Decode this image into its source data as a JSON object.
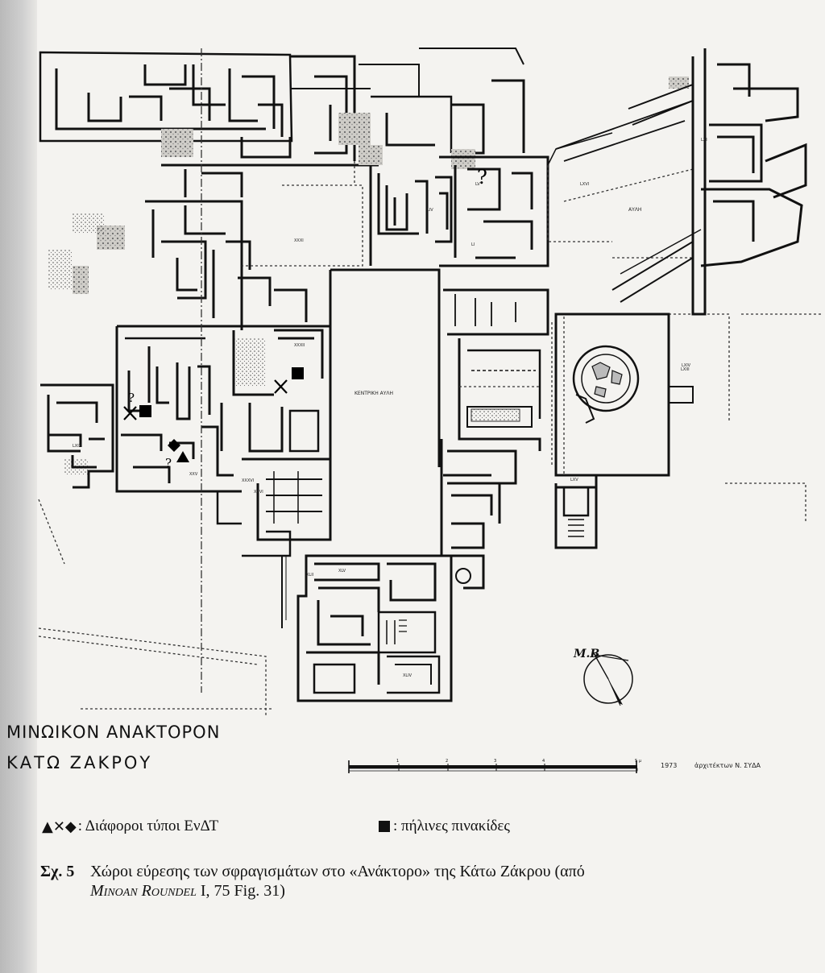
{
  "plan": {
    "title_line1": "ΜΙΝΩΙΚΟΝ ΑΝΑΚΤΟΡΟΝ",
    "title_line2": "ΚΑΤΩ ΖΑΚΡΟΥ",
    "central_court_label": "ΚΕΝΤΡΙΚΗ ΑΥΛΗ",
    "east_court_label": "ΑΥΛΗ",
    "north_arrow_label": "M.B",
    "scale_year": "1973",
    "scale_credit": "ἀρχιτέκτων Ν. ΣΥΔΑ",
    "scale_ticks": [
      "1",
      "2",
      "3",
      "4",
      "5 μ"
    ],
    "find_markers": [
      {
        "type": "square",
        "note": ""
      },
      {
        "type": "square",
        "note": ""
      },
      {
        "type": "cross",
        "note": ""
      },
      {
        "type": "cross",
        "note": ""
      },
      {
        "type": "diamond",
        "note": ""
      },
      {
        "type": "triangle",
        "note": ""
      },
      {
        "type": "question",
        "note": "?"
      },
      {
        "type": "question",
        "note": "?"
      },
      {
        "type": "question",
        "note": "?"
      }
    ],
    "room_labels": [
      "LXIII",
      "LXIV",
      "LXV",
      "LXVI",
      "XXXII",
      "XXXVI",
      "XLII",
      "XLV",
      "LV",
      "LXI",
      "LXIX",
      "XXV",
      "XXVI",
      "XXXI",
      "LI",
      "LIV",
      "XLIV"
    ]
  },
  "legend": {
    "symbols_glyphs": "▲✕◆",
    "symbols_text": ": Διάφοροι τύποι ΕνΔΤ",
    "square_text": ": πήλινες πινακίδες"
  },
  "caption": {
    "label": "Σχ. 5",
    "text_part1": "Χώροι εύρεσης των σφραγισμάτων στο «Ανάκτορο» της Κάτω Ζάκρου (από",
    "source_title": "Minoan Roundel",
    "source_rest": " I, 75 Fig. 31)"
  },
  "colors": {
    "ink": "#111111",
    "paper": "#f4f3f0",
    "hatch": "#777777"
  }
}
